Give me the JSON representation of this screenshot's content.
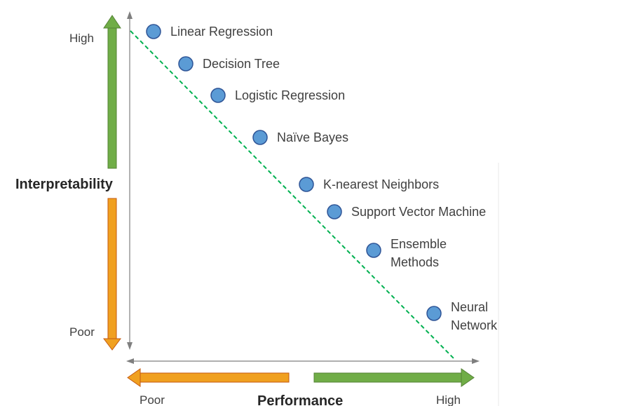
{
  "y_axis": {
    "title": "Interpretability",
    "high_label": "High",
    "low_label": "Poor"
  },
  "x_axis": {
    "title": "Performance",
    "low_label": "Poor",
    "high_label": "High"
  },
  "colors": {
    "good_arrow": "#70ad47",
    "poor_arrow": "#f0a020",
    "trend_line": "#00b050",
    "point_fill": "#5b9bd5",
    "point_stroke": "#2f5597"
  },
  "models": [
    {
      "label_lines": [
        "Linear Regression"
      ]
    },
    {
      "label_lines": [
        "Decision Tree"
      ]
    },
    {
      "label_lines": [
        "Logistic Regression"
      ]
    },
    {
      "label_lines": [
        "Naïve Bayes"
      ]
    },
    {
      "label_lines": [
        "K-nearest Neighbors"
      ]
    },
    {
      "label_lines": [
        "Support Vector Machine"
      ]
    },
    {
      "label_lines": [
        "Ensemble",
        "Methods"
      ]
    },
    {
      "label_lines": [
        "Neural",
        "Network"
      ]
    }
  ]
}
